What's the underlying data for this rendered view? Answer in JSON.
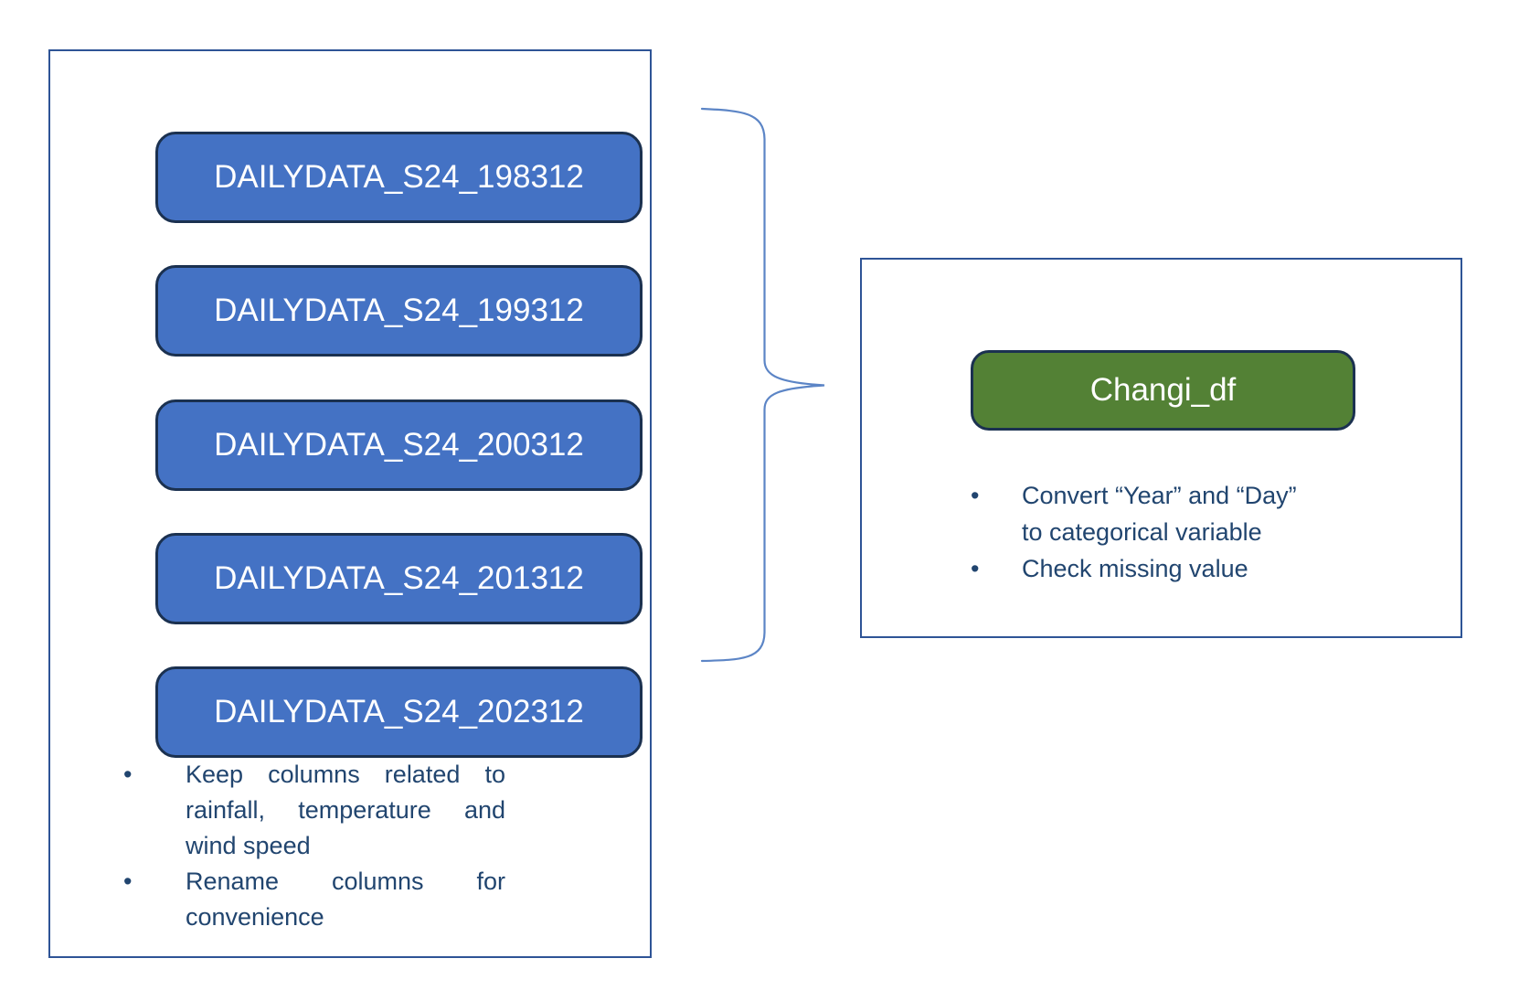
{
  "diagram": {
    "left_panel": {
      "source_boxes": [
        {
          "label": "DAILYDATA_S24_198312"
        },
        {
          "label": "DAILYDATA_S24_199312"
        },
        {
          "label": "DAILYDATA_S24_200312"
        },
        {
          "label": "DAILYDATA_S24_201312"
        },
        {
          "label": "DAILYDATA_S24_202312"
        }
      ],
      "bullets": [
        "Keep columns related to rainfall, temperature and wind speed",
        "Rename columns for convenience"
      ]
    },
    "right_panel": {
      "result_box_label": "Changi_df",
      "bullets": [
        "Convert “Year” and “Day” to categorical variable",
        "Check missing value"
      ]
    },
    "bullet_glyph": "•",
    "colors": {
      "blue_box_fill": "#4472C4",
      "green_box_fill": "#538135",
      "box_border": "#1B3150",
      "panel_border": "#2E5496",
      "body_text": "#21456F",
      "box_label_text": "#FFFFFF",
      "brace_stroke": "#5C85C6"
    }
  }
}
